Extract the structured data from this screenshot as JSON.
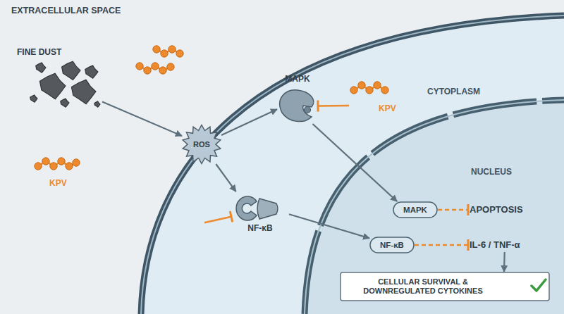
{
  "diagram": {
    "nodes": [
      {
        "text": [
          "FINE DUST"
        ]
      },
      {
        "text": [
          "KPV"
        ]
      },
      {
        "text": [
          "CYTOPLASM"
        ]
      },
      {
        "text": [
          "ROS"
        ],
        "in": 2
      },
      {
        "text": [
          "KPV"
        ],
        "in": 2
      },
      {
        "text": [
          "MAPK"
        ],
        "in": 2
      },
      {
        "text": [
          "NF-κB"
        ],
        "in": 2
      },
      {
        "text": [
          "NUCLEUS"
        ],
        "in": 2
      },
      {
        "text": [
          "MAPK"
        ],
        "in": 7
      },
      {
        "text": [
          "APOPTOSIS"
        ],
        "in": 7
      },
      {
        "text": [
          "NF-κB"
        ],
        "in": 7
      },
      {
        "text": [
          "IL-6 / TNF-α"
        ],
        "in": 7
      },
      {
        "text": [
          "CELLULAR SURVIVAL & DOWNREGULATED CYTOKINES"
        ],
        "in": 7
      }
    ],
    "edges": [
      {
        "from": 0,
        "to": 3,
        "arrow": "to"
      },
      {
        "from": 3,
        "to": 5,
        "arrow": "to"
      },
      {
        "from": 3,
        "to": 6,
        "arrow": "to"
      },
      {
        "from": 4,
        "to": 5,
        "arrow": "to"
      },
      {
        "from": 1,
        "to": 6,
        "arrow": "to"
      },
      {
        "from": 5,
        "to": 8,
        "arrow": "to"
      },
      {
        "from": 6,
        "to": 10,
        "arrow": "to"
      },
      {
        "from": 8,
        "to": 9,
        "arrow": "to"
      },
      {
        "from": 10,
        "to": 11,
        "arrow": "to"
      },
      {
        "from": 11,
        "to": 12,
        "arrow": "to"
      }
    ],
    "labels": [
      "EXTRACELLULAR SPACE",
      "KPV"
    ]
  }
}
